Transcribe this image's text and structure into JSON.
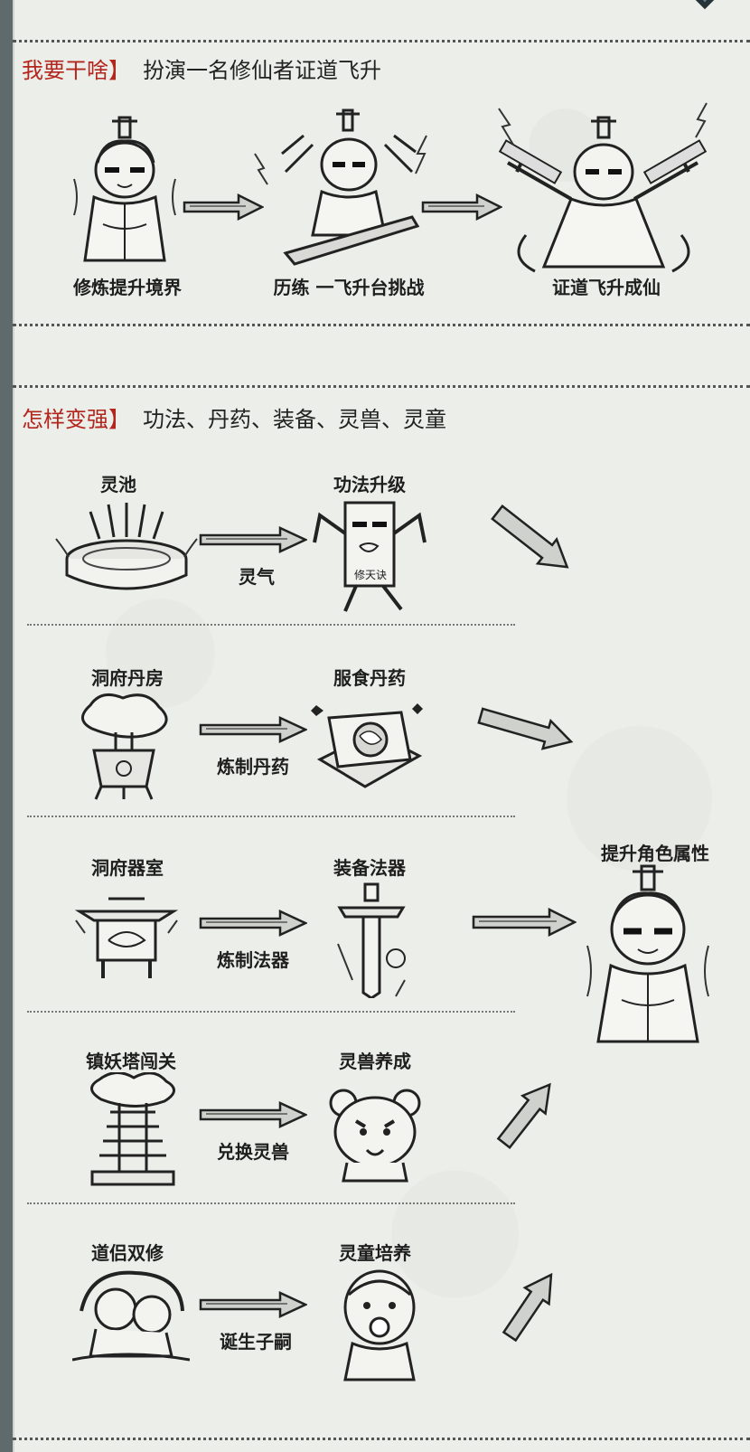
{
  "colors": {
    "accent_red": "#b3261e",
    "ink": "#222222",
    "paper": "#eceee9"
  },
  "section_goal": {
    "title": "我要干啥】",
    "subtitle": "扮演一名修仙者证道飞升",
    "steps": [
      {
        "label": "修炼提升境界",
        "icon": "cultivator-meditating-icon"
      },
      {
        "label": "历练 一飞升台挑战",
        "icon": "cultivator-sword-riding-icon"
      },
      {
        "label": "证道飞升成仙",
        "icon": "cultivator-ascended-icon"
      }
    ]
  },
  "section_strength": {
    "title": "怎样变强】",
    "subtitle": "功法、丹药、装备、灵兽、灵童",
    "rows": [
      {
        "source": "灵池",
        "via": "灵气",
        "result": "功法升级",
        "source_icon": "spirit-pool-icon",
        "result_icon": "technique-scroll-icon"
      },
      {
        "source": "洞府丹房",
        "via": "炼制丹药",
        "result": "服食丹药",
        "source_icon": "alchemy-furnace-icon",
        "result_icon": "pill-icon"
      },
      {
        "source": "洞府器室",
        "via": "炼制法器",
        "result": "装备法器",
        "source_icon": "forge-cauldron-icon",
        "result_icon": "sword-icon"
      },
      {
        "source": "镇妖塔闯关",
        "via": "兑换灵兽",
        "result": "灵兽养成",
        "source_icon": "demon-tower-icon",
        "result_icon": "spirit-beast-icon"
      },
      {
        "source": "道侣双修",
        "via": "诞生子嗣",
        "result": "灵童培养",
        "source_icon": "dao-couple-icon",
        "result_icon": "spirit-child-icon"
      }
    ],
    "final": {
      "label": "提升角色属性",
      "icon": "cultivator-character-icon"
    }
  }
}
